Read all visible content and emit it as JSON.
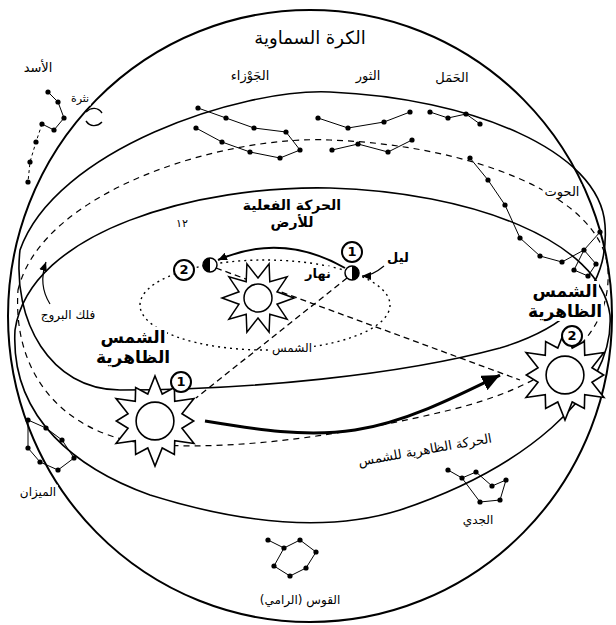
{
  "diagram": {
    "nodes": [
      {
        "text": [
          "1"
        ]
      },
      {
        "text": [
          "2"
        ]
      },
      {
        "text": [
          "الشمس الظاهرية"
        ]
      },
      {
        "text": [
          "1"
        ],
        "in": 2
      },
      {
        "text": [
          "الشمس الظاهرية"
        ]
      },
      {
        "text": [
          "2"
        ],
        "in": 4
      }
    ],
    "edges": [
      {
        "from": 2,
        "to": 4,
        "arrow": "to",
        "label": "الحركة الظاهرية للشمس"
      }
    ],
    "labels": [
      "الكرة السماوية",
      "الثور",
      "الحَمَل",
      "الجَوْزاء",
      "الحوت",
      "الأسد",
      "نثرة",
      "١٢",
      "فلك البروج",
      "الحركة الفعلية للأرض",
      "ليل",
      "نهار",
      "الشمس",
      "الميزان",
      "الجدي",
      "القوس (الرامي)"
    ]
  }
}
